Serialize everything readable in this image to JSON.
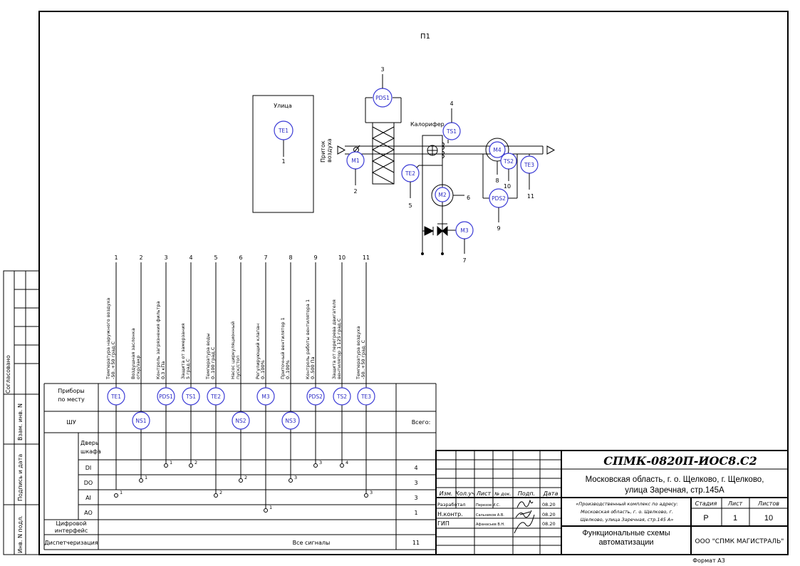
{
  "sheet_label": "П1",
  "street_box": {
    "label": "Улица",
    "sensor": "TE1",
    "number": "1"
  },
  "intake_label_1": "Приток",
  "intake_label_2": "воздуха",
  "heater_label": "Калорифер",
  "scheme_tags": {
    "PDS1": "PDS1",
    "M1": "M1",
    "TE2": "TE2",
    "TS1": "TS1",
    "M2": "M2",
    "M3": "M3",
    "M4": "M4",
    "TS2": "TS2",
    "TE3": "TE3",
    "PDS2": "PDS2"
  },
  "scheme_numbers": {
    "n3": "3",
    "n4": "4",
    "n2": "2",
    "n5": "5",
    "n6": "6",
    "n7": "7",
    "n8": "8",
    "n10": "10",
    "n11": "11",
    "n9": "9"
  },
  "columns": [
    {
      "num": "1",
      "desc1": "Температура наружного воздуха",
      "desc2": "-50..+50 град.С"
    },
    {
      "num": "2",
      "desc1": "Воздушная заслонка",
      "desc2": "откр/закр"
    },
    {
      "num": "3",
      "desc1": "Контроль загрязнения фильтра",
      "desc2": "0,3 кПа"
    },
    {
      "num": "4",
      "desc1": "Защита от замерзания",
      "desc2": "5 град.С"
    },
    {
      "num": "5",
      "desc1": "Температура воды",
      "desc2": "0..100 град.С"
    },
    {
      "num": "6",
      "desc1": "Насос циркуляционный",
      "desc2": "пуск/стоп"
    },
    {
      "num": "7",
      "desc1": "Регулирующий клапан",
      "desc2": "0..100%"
    },
    {
      "num": "8",
      "desc1": "Приточный вентилятор 1",
      "desc2": "0..100%"
    },
    {
      "num": "9",
      "desc1": "Контроль работы вентилятора 1",
      "desc2": "0..500 Па"
    },
    {
      "num": "10",
      "desc1": "Защита от перегрева двигателя",
      "desc2": "вентилятор 1 125 град.С"
    },
    {
      "num": "11",
      "desc1": "Температура воздуха",
      "desc2": "-50..+50 град. С"
    }
  ],
  "table": {
    "row_local_1": "Приборы",
    "row_local_2": "по месту",
    "row_shu": "ШУ",
    "total_label": "Всего:",
    "door_1": "Дверь",
    "door_2": "шкафа",
    "di": "DI",
    "do": "DO",
    "ai": "AI",
    "ao": "AO",
    "digital_1": "Цифровой",
    "digital_2": "интерфейс",
    "dispatch": "Диспетчеризация",
    "all_signals": "Все сигналы",
    "totals": {
      "di": "4",
      "do": "3",
      "ai": "3",
      "ao": "1",
      "dispatch": "11"
    },
    "local_tags": [
      "TE1",
      "PDS1",
      "TS1",
      "TE2",
      "M3",
      "PDS2",
      "TS2",
      "TE3"
    ],
    "shu_tags": [
      "NS1",
      "NS2",
      "NS3"
    ],
    "marks": {
      "di": [
        "1",
        "2",
        "3",
        "4"
      ],
      "do": [
        "1",
        "2",
        "3"
      ],
      "ai": [
        "1",
        "2",
        "3"
      ],
      "ao": [
        "1"
      ]
    }
  },
  "side_stamp": {
    "agreed": "Согласовано",
    "c1": "Взам. инв. N",
    "c2": "Подпись и дата",
    "c3": "Инв. N подл."
  },
  "title_block": {
    "code": "СПМК-0820П-ИОС8.С2",
    "address_1": "Московская область, г. о. Щелково, г. Щелково,",
    "address_2": "улица Заречная, стр.145А",
    "project_1": "«Производственный комплекс по адресу:",
    "project_2": "Московская область, г. о. Щелково, г.",
    "project_3": "Щелково, улица Заречная, стр.145 А»",
    "h_izm": "Изм.",
    "h_koluch": "Кол.уч",
    "h_list": "Лист",
    "h_ndok": "№ док.",
    "h_podp": "Подп.",
    "h_data": "Дата",
    "r1_role": "Разработал",
    "r1_name": "Перехов И.С.",
    "r1_date": "08.20",
    "r2_role": "Н.контр.",
    "r2_name": "Сальников А.В.",
    "r2_date": "08.20",
    "r3_role": "ГИП",
    "r3_name": "Афанасьев В.Н.",
    "r3_date": "08.20",
    "h_stage": "Стадия",
    "h_sheet": "Лист",
    "h_sheets": "Листов",
    "stage": "Р",
    "sheet": "1",
    "sheets": "10",
    "doc_title_1": "Функциональные схемы",
    "doc_title_2": "автоматизации",
    "company": "ООО \"СПМК МАГИСТРАЛЬ\"",
    "format": "Формат А3"
  },
  "colors": {
    "line": "#000000",
    "tag": "#3b3bd6"
  }
}
